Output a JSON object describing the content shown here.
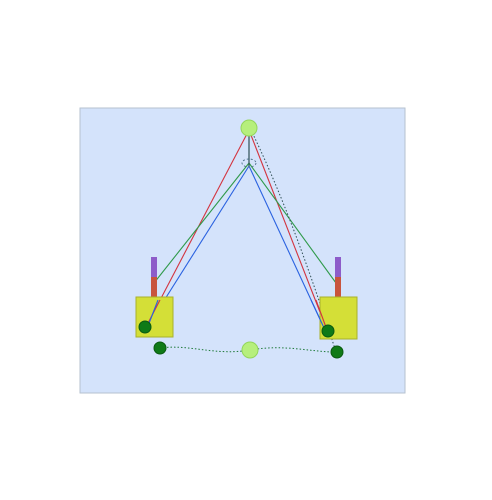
{
  "colors": {
    "page_background": "#ffffff",
    "panel_fill": "#d4e3fb",
    "panel_stroke": "#b6c2cf",
    "hub_fill": "#b6ef7c",
    "hub_stroke": "#93d65a",
    "block_fill": "#d4df37",
    "block_stroke": "#a9b22b",
    "node_fill": "#0f7a17",
    "node_stroke": "#0a5a10",
    "bar_top": "#8d5cc9",
    "bar_bottom": "#c8543d",
    "wire_red": "#d3343f",
    "wire_green": "#2f9a4a",
    "wire_blue": "#2a62e0",
    "dotted_green": "#1f7a3a",
    "dotted_dark": "#2f4f55",
    "dashed_loop": "#4c6f8a"
  },
  "icons": {
    "hub": "light-green-circle",
    "node": "dark-green-dot",
    "block": "yellow-green-square",
    "bar": "purple-red-vertical-bar"
  }
}
